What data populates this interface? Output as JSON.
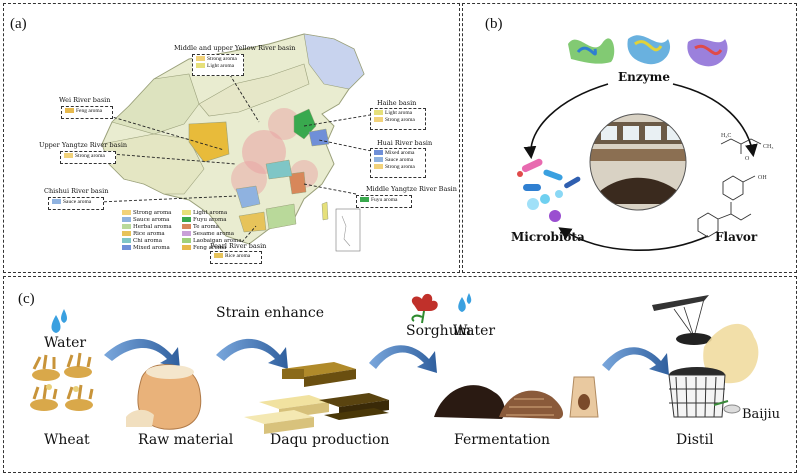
{
  "panels": {
    "a": "(a)",
    "b": "(b)",
    "c": "(c)"
  },
  "map": {
    "basins": [
      {
        "name": "Middle and upper Yellow River basin",
        "aromas": [
          "Strong aroma",
          "Light aroma"
        ],
        "colors": [
          "#f2d27a",
          "#e6e07a"
        ]
      },
      {
        "name": "Wei River basin",
        "aromas": [
          "Feng aroma"
        ],
        "colors": [
          "#e7b94c"
        ]
      },
      {
        "name": "Upper Yangtze River basin",
        "aromas": [
          "Strong aroma"
        ],
        "colors": [
          "#f2d27a"
        ]
      },
      {
        "name": "Chishui River basin",
        "aromas": [
          "Sauce aroma"
        ],
        "colors": [
          "#8fb2e0"
        ]
      },
      {
        "name": "Haihe basin",
        "aromas": [
          "Light aroma",
          "Strong aroma"
        ],
        "colors": [
          "#e6e07a",
          "#f2d27a"
        ]
      },
      {
        "name": "Huai River basin",
        "aromas": [
          "Mixed aroma",
          "Sauce aroma",
          "Strong aroma"
        ],
        "colors": [
          "#6f8fd8",
          "#8fb2e0",
          "#f2d27a"
        ]
      },
      {
        "name": "Middle Yangtze River Basin",
        "aromas": [
          "Fuyu aroma"
        ],
        "colors": [
          "#39a94e"
        ]
      },
      {
        "name": "Pearl River basin",
        "aromas": [
          "Rice aroma"
        ],
        "colors": [
          "#e7c35a"
        ]
      }
    ],
    "legend": [
      {
        "label": "Strong aroma",
        "color": "#f2d27a"
      },
      {
        "label": "Light aroma",
        "color": "#e6e07a"
      },
      {
        "label": "Sauce aroma",
        "color": "#8fb2e0"
      },
      {
        "label": "Fuyu aroma",
        "color": "#39a94e"
      },
      {
        "label": "Herbal aroma",
        "color": "#b9d99a"
      },
      {
        "label": "Te aroma",
        "color": "#d8875a"
      },
      {
        "label": "Rice aroma",
        "color": "#e7c35a"
      },
      {
        "label": "Sesame aroma",
        "color": "#c9a0d8"
      },
      {
        "label": "Chi aroma",
        "color": "#7fc6c6"
      },
      {
        "label": "Laobaigan aroma",
        "color": "#9fd07c"
      },
      {
        "label": "Mixed aroma",
        "color": "#6f8fd8"
      },
      {
        "label": "Feng aroma",
        "color": "#e7b94c"
      }
    ]
  },
  "cycle": {
    "enzyme": "Enzyme",
    "microbiota": "Microbiota",
    "flavor": "Flavor"
  },
  "process": {
    "water": "Water",
    "wheat": "Wheat",
    "raw_material": "Raw material",
    "strain_enhance": "Strain enhance",
    "daqu_production": "Daqu production",
    "sorghum": "Sorghum",
    "water2": "Water",
    "fermentation": "Fermentation",
    "distil": "Distil",
    "baijiu": "Baijiu"
  },
  "colors": {
    "arrow": "#4a7fc1",
    "arrow_dark": "#2f5f9e",
    "map_fill": "#e9ecd0",
    "map_border": "#9aa07a"
  }
}
